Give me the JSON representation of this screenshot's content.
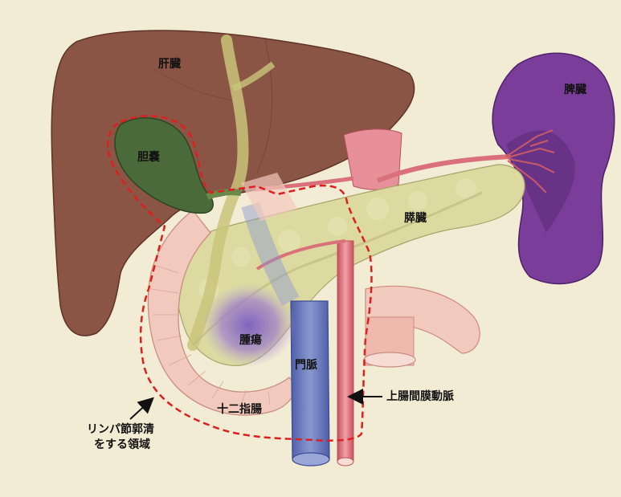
{
  "labels": {
    "liver": "肝臓",
    "spleen": "脾臓",
    "gallbladder": "胆嚢",
    "pancreas": "膵臓",
    "tumor": "腫瘍",
    "portal_vein": "門脈",
    "duodenum": "十二指腸",
    "sma": "上腸間膜動脈",
    "lymph_line1": "リンパ節郭清",
    "lymph_line2": "をする領域"
  },
  "colors": {
    "background": "#f3ecd4",
    "liver": "#8a5545",
    "spleen": "#7a3e9a",
    "gallbladder": "#4b6a3a",
    "bile_duct": "#c9c47a",
    "pancreas": "#dcdaa0",
    "duodenum": "#f2c9bd",
    "artery": "#d9707a",
    "portal_vein": "#6878b8",
    "tumor": "#8a6cc0",
    "dissection_line": "#dd1f1f"
  }
}
